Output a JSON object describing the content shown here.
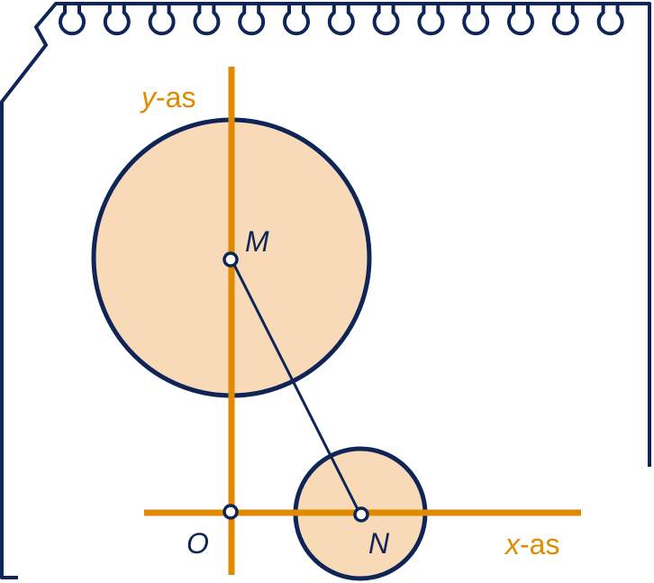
{
  "colors": {
    "navy": "#0f2557",
    "orange": "#e08a00",
    "fill": "#f8d9b8",
    "background": "#ffffff"
  },
  "icons": {
    "notebook": "spiral-notebook-page-icon"
  },
  "labels": {
    "y_axis_var": "y",
    "y_axis_suffix": "-as",
    "x_axis_var": "x",
    "x_axis_suffix": "-as",
    "origin": "O",
    "point_m": "M",
    "point_n": "N"
  }
}
